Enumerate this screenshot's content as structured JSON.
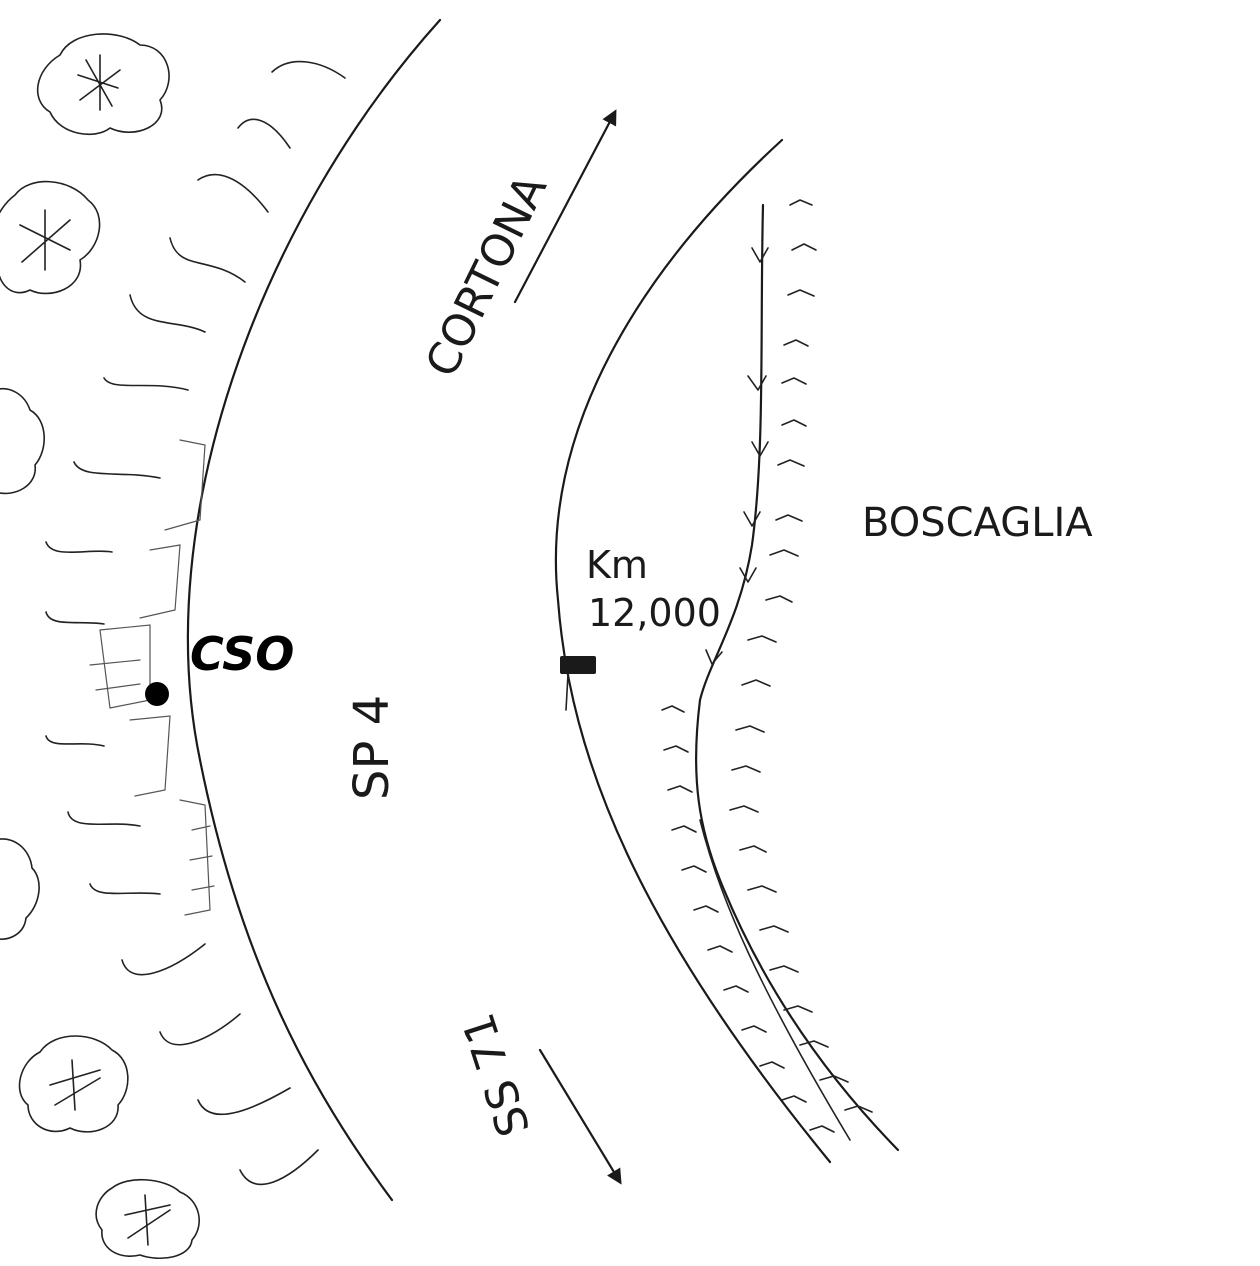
{
  "labels": {
    "cso": "CSO",
    "road": "SP 4",
    "north_destination": "CORTONA",
    "south_destination": "SS 71",
    "area": "BOSCAGLIA",
    "km_unit": "Km",
    "km_value": "12,000"
  },
  "icons": {
    "cso_marker": "filled-dot-icon",
    "km_post": "milestone-icon",
    "north_arrow": "arrow-up-right-icon",
    "south_arrow": "arrow-down-right-icon",
    "tree": "tree-canopy-icon",
    "grass": "grass-tuft-icon",
    "stream": "stream-arrow-icon"
  },
  "colors": {
    "ink": "#1a1a1a",
    "background": "#ffffff",
    "marker": "#000000"
  }
}
